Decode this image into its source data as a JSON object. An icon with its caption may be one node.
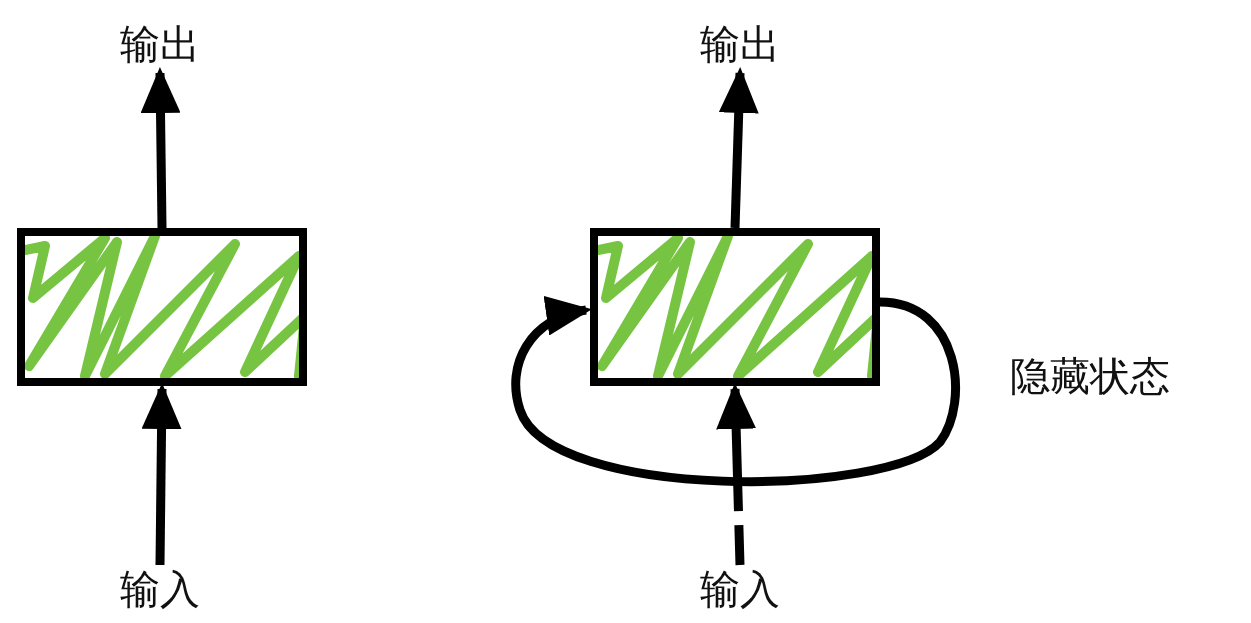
{
  "diagram": {
    "nodes": [
      {
        "text": [
          "输出"
        ]
      },
      {
        "text": [],
        "shape": "box"
      },
      {
        "text": [
          "输入"
        ]
      },
      {
        "text": [
          "输出"
        ]
      },
      {
        "text": [],
        "shape": "box"
      },
      {
        "text": [
          "输入"
        ]
      }
    ],
    "edges": [
      {
        "from": 2,
        "to": 1,
        "arrow": "to"
      },
      {
        "from": 1,
        "to": 0,
        "arrow": "to"
      },
      {
        "from": 5,
        "to": 4,
        "arrow": "to",
        "style": "dashed"
      },
      {
        "from": 4,
        "to": 3,
        "arrow": "to"
      },
      {
        "from": 4,
        "to": 4,
        "arrow": "to"
      }
    ],
    "labels": [
      "隐藏状态"
    ]
  }
}
